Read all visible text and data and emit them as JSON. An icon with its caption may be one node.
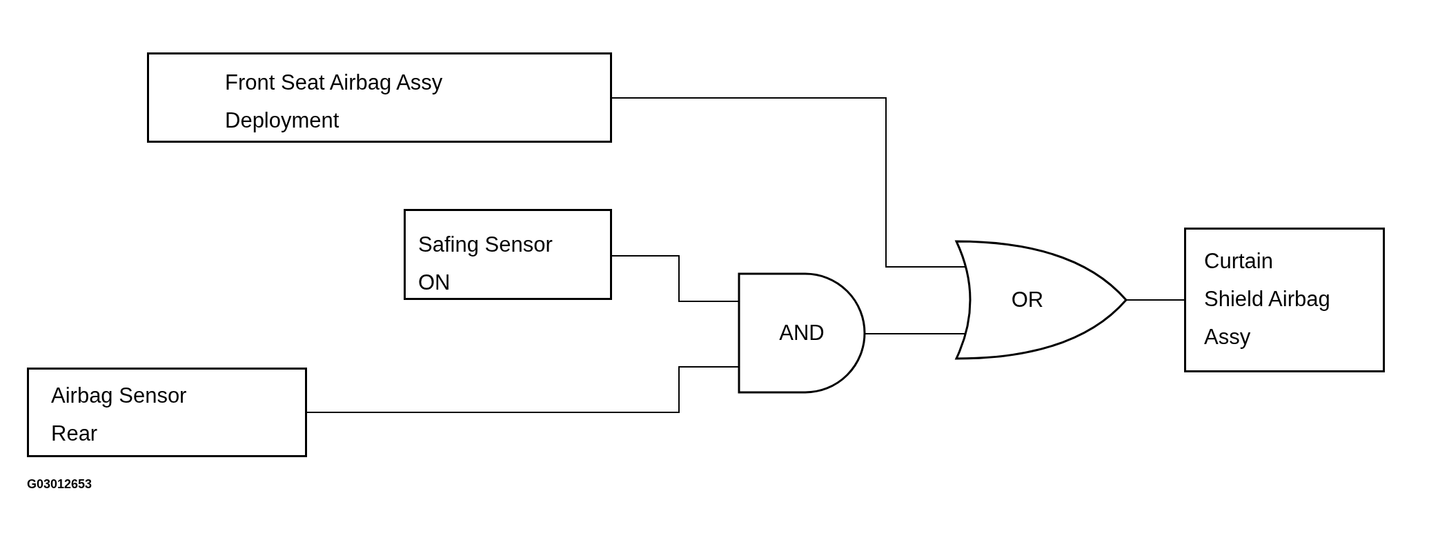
{
  "diagram": {
    "nodes": [
      {
        "text": [
          "Front Seat Airbag Assy Deployment"
        ]
      },
      {
        "text": [
          "Safing Sensor ON"
        ]
      },
      {
        "text": [
          "Airbag Sensor Rear"
        ]
      },
      {
        "text": [
          "AND"
        ]
      },
      {
        "text": [
          "OR"
        ]
      },
      {
        "text": [
          "Curtain Shield Airbag Assy"
        ]
      }
    ],
    "edges": [
      {
        "from": 0,
        "to": 4,
        "arrow": "none"
      },
      {
        "from": 1,
        "to": 3,
        "arrow": "none"
      },
      {
        "from": 2,
        "to": 3,
        "arrow": "none"
      },
      {
        "from": 3,
        "to": 4,
        "arrow": "none"
      },
      {
        "from": 4,
        "to": 5,
        "arrow": "none"
      }
    ],
    "labels": [
      "G03012653"
    ]
  }
}
